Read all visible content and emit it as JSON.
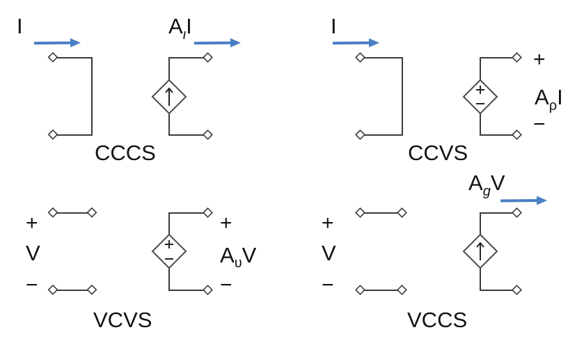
{
  "title": "Dependent source types",
  "colors": {
    "arrow": "#4a7ec4",
    "wire": "#3a3a3a",
    "text": "#111111",
    "background": "#ffffff"
  },
  "panels": {
    "cccs": {
      "name": "CCCS",
      "input_label": "I",
      "output_label_main": "A",
      "output_label_sub": "ι",
      "output_label_tail": "I",
      "source_symbol": "current-arrow-up",
      "input_arrow": "current-arrow-right",
      "output_arrow": "current-arrow-right"
    },
    "ccvs": {
      "name": "CCVS",
      "input_label": "I",
      "output_label_main": "A",
      "output_label_sub": "ρ",
      "output_label_tail": "I",
      "plus": "+",
      "minus": "−",
      "source_symbol": "voltage-plus-minus",
      "input_arrow": "current-arrow-right"
    },
    "vcvs": {
      "name": "VCVS",
      "input_label": "V",
      "input_plus": "+",
      "input_minus": "−",
      "output_label_main": "A",
      "output_label_sub": "υ",
      "output_label_tail": "V",
      "plus": "+",
      "minus": "−",
      "source_symbol": "voltage-plus-minus"
    },
    "vccs": {
      "name": "VCCS",
      "input_label": "V",
      "input_plus": "+",
      "input_minus": "−",
      "output_label_main": "A",
      "output_label_sub": "g",
      "output_label_tail": "V",
      "source_symbol": "current-arrow-up",
      "output_arrow": "current-arrow-right"
    }
  },
  "diamond_signs": {
    "plus": "+",
    "minus": "−"
  }
}
